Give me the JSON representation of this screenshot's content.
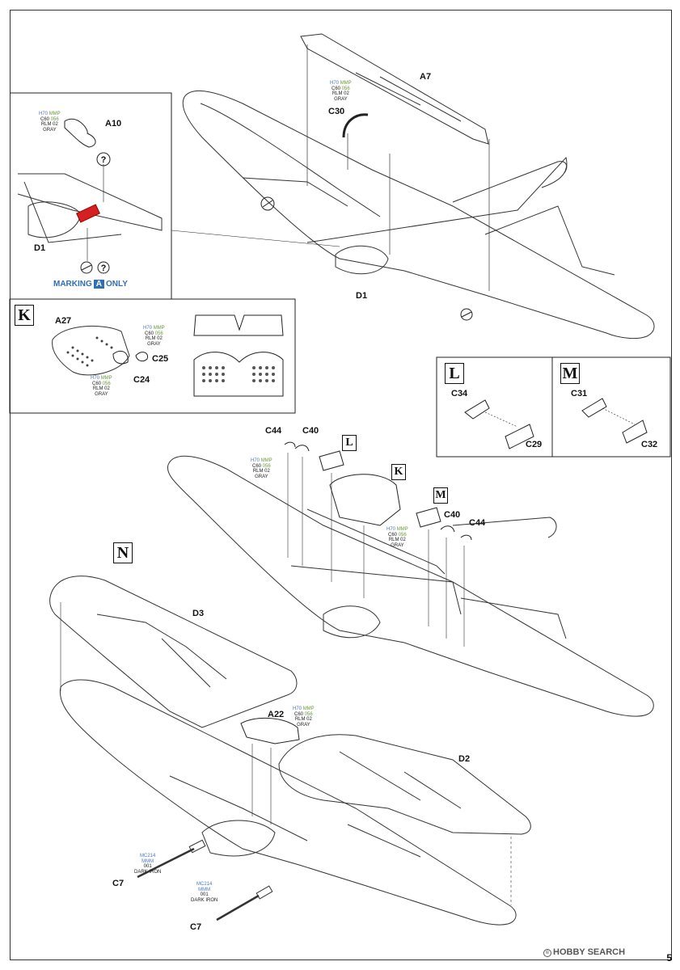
{
  "parts": {
    "a7": "A7",
    "c30": "C30",
    "a10": "A10",
    "d1_top": "D1",
    "d1_inset": "D1",
    "a27": "A27",
    "c25": "C25",
    "c24": "C24",
    "c34": "C34",
    "c29": "C29",
    "c31": "C31",
    "c32": "C32",
    "c44_left": "C44",
    "c40_left": "C40",
    "c40_right": "C40",
    "c44_right": "C44",
    "d3": "D3",
    "a22": "A22",
    "d2": "D2",
    "c7_upper": "C7",
    "c7_lower": "C7"
  },
  "steps": {
    "k": "K",
    "l": "L",
    "m": "M",
    "n": "N",
    "l_small": "L",
    "k_small": "K",
    "m_small": "M"
  },
  "paint_gray": {
    "h": "H70",
    "mmp": "MMP",
    "c": "C60",
    "code": "056",
    "rlm": "RLM 02",
    "name": "GRAY"
  },
  "paint_iron": {
    "mc": "MC214",
    "mmm": "MMM",
    "code": "001",
    "name": "DARK IRON"
  },
  "marking": {
    "prefix": "MARKING",
    "letter": "A",
    "suffix": "ONLY"
  },
  "symbols": {
    "question": "?"
  },
  "page_number": "5",
  "watermark": {
    "mark": "©",
    "brand": "HOBBY SEARCH"
  },
  "colors": {
    "paint_blue": "#4a7bbf",
    "paint_green": "#6a9a3a",
    "marking_blue": "#2f6fb5",
    "highlight_red": "#d42020"
  }
}
